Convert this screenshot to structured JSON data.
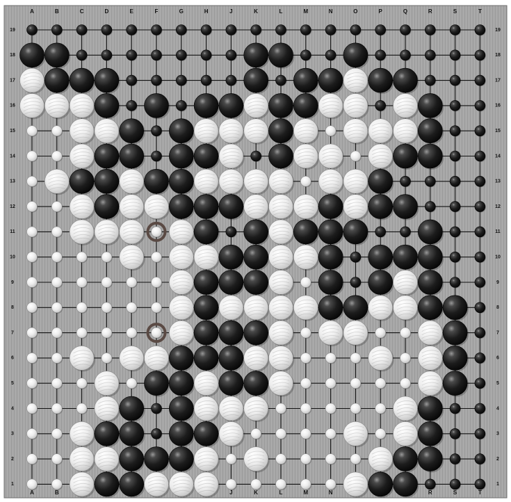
{
  "board": {
    "size": 19,
    "columns": [
      "A",
      "B",
      "C",
      "D",
      "E",
      "F",
      "G",
      "H",
      "J",
      "K",
      "L",
      "M",
      "N",
      "O",
      "P",
      "Q",
      "R",
      "S",
      "T"
    ],
    "rows": [
      "19",
      "18",
      "17",
      "16",
      "15",
      "14",
      "13",
      "12",
      "11",
      "10",
      "9",
      "8",
      "7",
      "6",
      "5",
      "4",
      "3",
      "2",
      "1"
    ],
    "legend": {
      "B": "black stone (large)",
      "W": "white stone (large)",
      "b": "black territory mark",
      "w": "white territory mark"
    },
    "position": [
      "bbbbbbbbbbbbbbbbbbb",
      "BBbbbbbbbBBbbBbbbbb",
      "WBBBbbbbbBbBBWBBbbb",
      "WWWBbBbBBWBBWWbWBbb",
      "wwWWBbBWWWBWwWWWBbb",
      "wwWBBbBBWbBWWwWBBbb",
      "wWBBWBBWWWWwWWBbbbb",
      "wwWBWWBBBWWWBWBBbbb",
      "wwWWWwWBbBWBBBbbBbb",
      "wwwwWwWWBBWWBbBBBbb",
      "wwwwwwWBBBWwBbBWBbb",
      "wwwwwwWBWWWWBBWWBBb",
      "wwwwwwWBBBWwWWwwWBb",
      "wwWwWWBBBWWwwwWwWBb",
      "wwwWwBBWBBWwwwwwWBb",
      "wwwWBbBWWWwwwwwWBbb",
      "wwWBBbBBWwwwwWwWBbb",
      "wwWWBBBWwWwwwwWBBbb",
      "wwWBBWWWwwwwwWBBbbb"
    ],
    "last_move_rings": [
      {
        "col": "F",
        "row": "11"
      },
      {
        "col": "F",
        "row": "7"
      }
    ],
    "colors": {
      "board": "#a4a4a4",
      "frame": "#6e6e6e",
      "lines": "#121212",
      "label": "#111111",
      "ring": "#5a4a44"
    }
  }
}
